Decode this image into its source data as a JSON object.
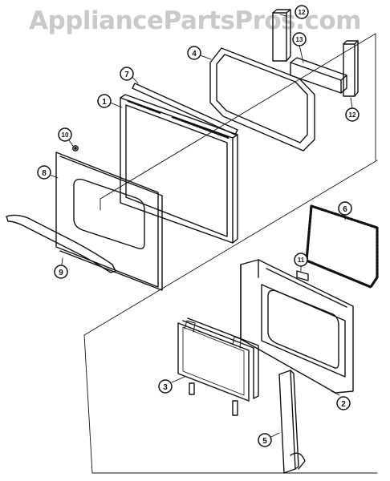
{
  "watermark": {
    "text": "AppliancePartsPros.com"
  },
  "callouts": [
    {
      "label": "1"
    },
    {
      "label": "2"
    },
    {
      "label": "3"
    },
    {
      "label": "4"
    },
    {
      "label": "5"
    },
    {
      "label": "6"
    },
    {
      "label": "7"
    },
    {
      "label": "8"
    },
    {
      "label": "9"
    },
    {
      "label": "10"
    },
    {
      "label": "11"
    },
    {
      "label": "12"
    },
    {
      "label": "12"
    },
    {
      "label": "13"
    }
  ]
}
